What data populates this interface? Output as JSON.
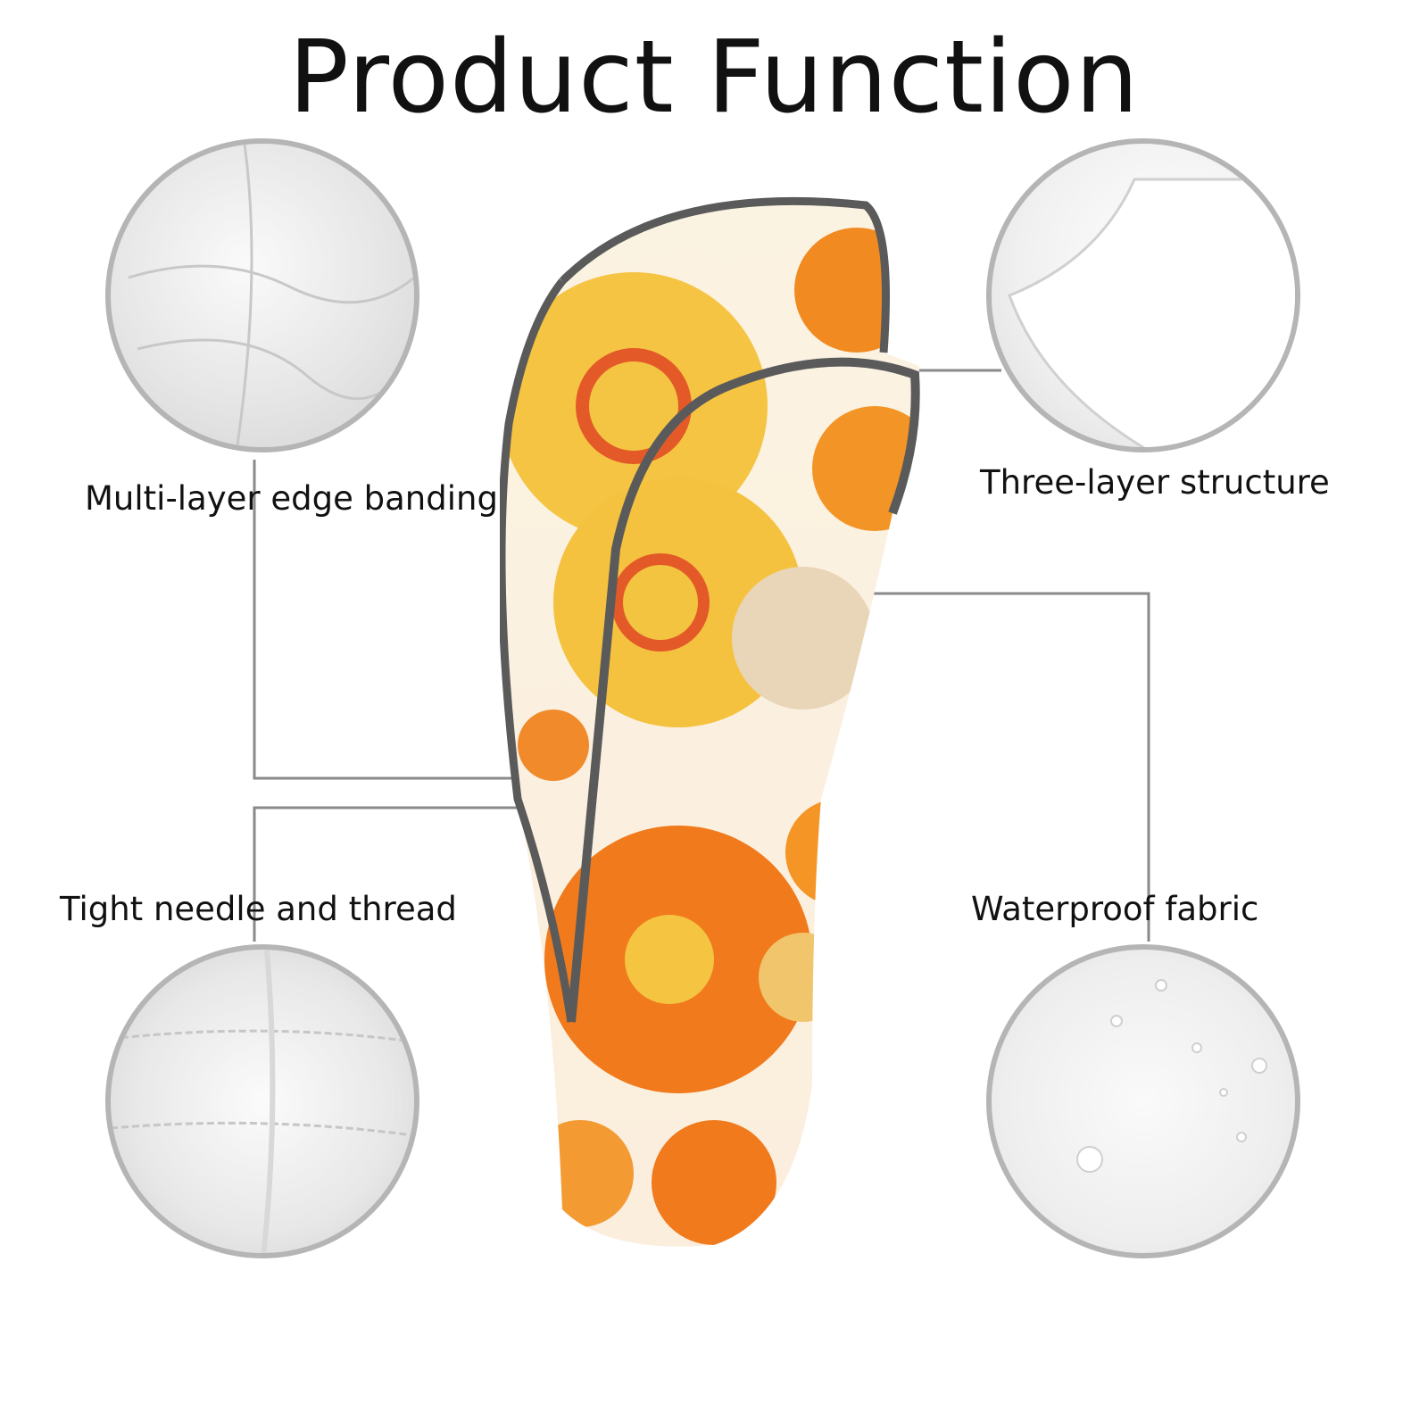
{
  "title": "Product Function",
  "features": [
    {
      "label": "Multi-layer edge banding"
    },
    {
      "label": "Three-layer structure"
    },
    {
      "label": "Tight needle and thread"
    },
    {
      "label": "Waterproof fabric"
    }
  ],
  "colors": {
    "circle_border": "#b5b5b5",
    "trim": "#5a5a5a",
    "leader_line": "#8a8a8a"
  }
}
